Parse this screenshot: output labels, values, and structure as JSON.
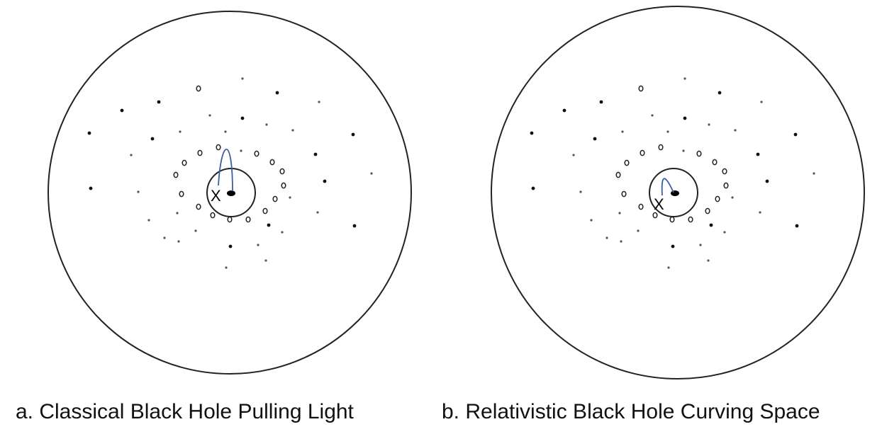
{
  "panels": [
    {
      "id": "a",
      "caption": "a. Classical Black Hole Pulling Light",
      "marker_label": "X"
    },
    {
      "id": "b",
      "caption": "b. Relativistic Black Hole Curving Space",
      "marker_label": "X"
    }
  ],
  "colors": {
    "outline": "#222222",
    "dots": "#111111",
    "light_path": "#3b5ea8",
    "background": "#ffffff"
  }
}
